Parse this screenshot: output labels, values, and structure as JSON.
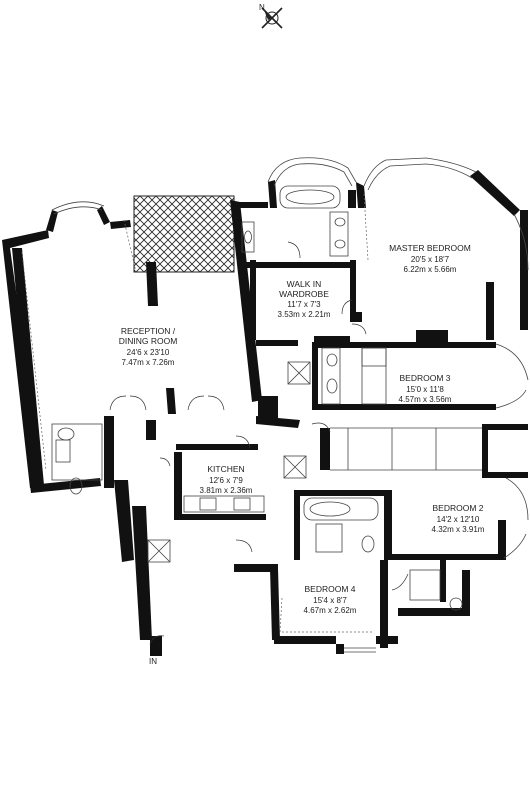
{
  "compass": {
    "label": "N"
  },
  "entrance": {
    "label": "IN"
  },
  "rooms": [
    {
      "id": "reception",
      "name": "RECEPTION /",
      "name2": "DINING ROOM",
      "imperial": "24'6 x 23'10",
      "metric": "7.47m x 7.26m"
    },
    {
      "id": "master-bedroom",
      "name": "MASTER BEDROOM",
      "imperial": "20'5 x 18'7",
      "metric": "6.22m x 5.66m"
    },
    {
      "id": "walk-in-wardrobe",
      "name": "WALK IN",
      "name2": "WARDROBE",
      "imperial": "11'7 x 7'3",
      "metric": "3.53m x 2.21m"
    },
    {
      "id": "bedroom-3",
      "name": "BEDROOM 3",
      "imperial": "15'0 x 11'8",
      "metric": "4.57m x 3.56m"
    },
    {
      "id": "kitchen",
      "name": "KITCHEN",
      "imperial": "12'6 x 7'9",
      "metric": "3.81m x 2.36m"
    },
    {
      "id": "bedroom-2",
      "name": "BEDROOM 2",
      "imperial": "14'2 x 12'10",
      "metric": "4.32m x 3.91m"
    },
    {
      "id": "bedroom-4",
      "name": "BEDROOM 4",
      "imperial": "15'4 x 8'7",
      "metric": "4.67m x 2.62m"
    }
  ]
}
